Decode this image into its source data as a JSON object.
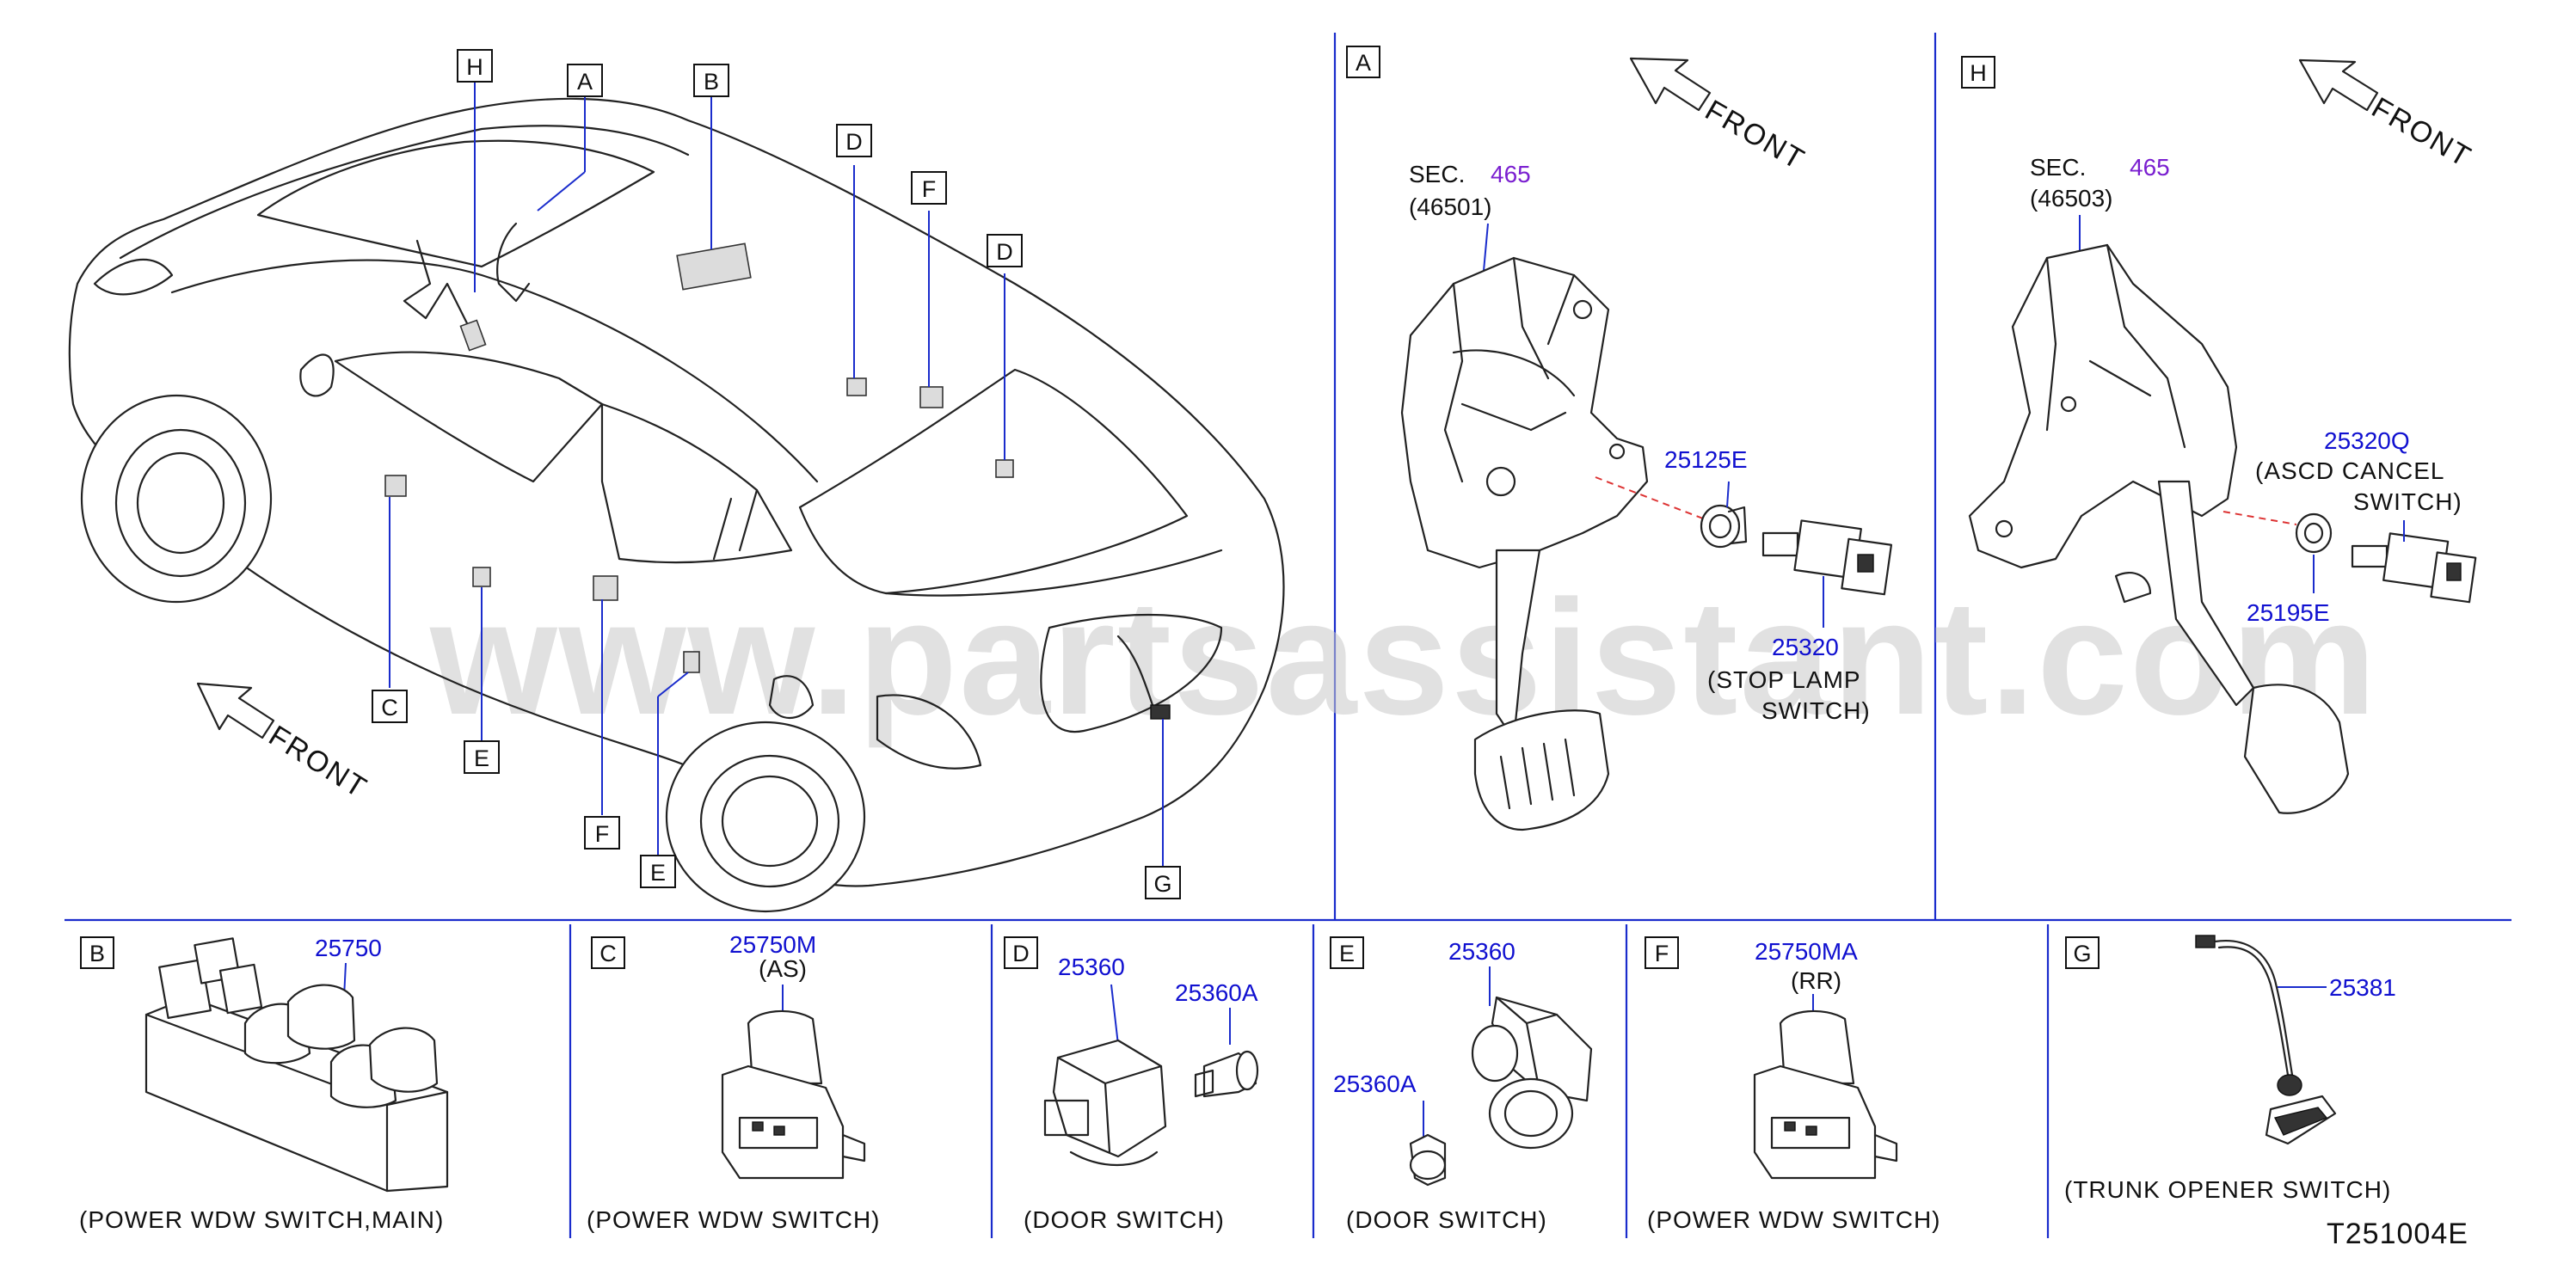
{
  "watermark": "www.partsassistant.com",
  "diagram_code": "T251004E",
  "front_label": "FRONT",
  "callouts": {
    "main_view": [
      "H",
      "A",
      "B",
      "D",
      "F",
      "D",
      "C",
      "E",
      "F",
      "E",
      "G"
    ]
  },
  "panel_A": {
    "letter": "A",
    "sec_prefix": "SEC.",
    "sec_number": "465",
    "sec_sub": "(46501)",
    "part_clip": "25125E",
    "part_switch": "25320",
    "caption_line1": "(STOP   LAMP",
    "caption_line2": "SWITCH)"
  },
  "panel_H": {
    "letter": "H",
    "sec_prefix": "SEC.",
    "sec_number": "465",
    "sec_sub": "(46503)",
    "part_switch": "25320Q",
    "caption_line1": "(ASCD   CANCEL",
    "caption_line2": "SWITCH)",
    "part_clip": "25195E"
  },
  "panel_B": {
    "letter": "B",
    "part": "25750",
    "caption": "(POWER   WDW   SWITCH,MAIN)"
  },
  "panel_C": {
    "letter": "C",
    "part": "25750M",
    "variant": "(AS)",
    "caption": "(POWER   WDW   SWITCH)"
  },
  "panel_D": {
    "letter": "D",
    "part_switch": "25360",
    "part_clip": "25360A",
    "caption": "(DOOR   SWITCH)"
  },
  "panel_E": {
    "letter": "E",
    "part_switch": "25360",
    "part_clip": "25360A",
    "caption": "(DOOR   SWITCH)"
  },
  "panel_F": {
    "letter": "F",
    "part": "25750MA",
    "variant": "(RR)",
    "caption": "(POWER   WDW   SWITCH)"
  },
  "panel_G": {
    "letter": "G",
    "part": "25381",
    "caption": "(TRUNK   OPENER   SWITCH)"
  },
  "colors": {
    "part_number": "#1010d0",
    "section_number": "#7a1fd0",
    "frame_lines": "#1a2ccc"
  }
}
